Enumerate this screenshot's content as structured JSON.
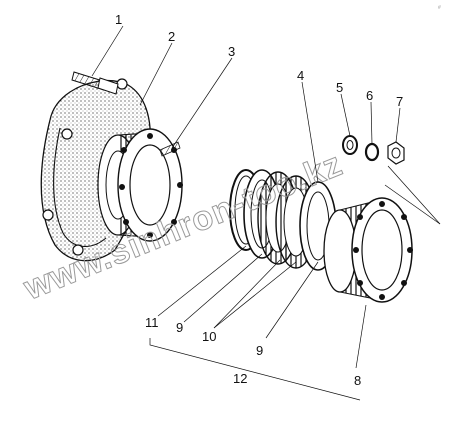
{
  "corner_mark": "#",
  "watermark": "www.sinhron-too.kz",
  "callouts": [
    {
      "id": "1",
      "text": "1"
    },
    {
      "id": "2",
      "text": "2"
    },
    {
      "id": "3",
      "text": "3"
    },
    {
      "id": "4",
      "text": "4"
    },
    {
      "id": "5",
      "text": "5"
    },
    {
      "id": "6",
      "text": "6"
    },
    {
      "id": "7",
      "text": "7"
    },
    {
      "id": "8",
      "text": "8"
    },
    {
      "id": "9a",
      "text": "9"
    },
    {
      "id": "9b",
      "text": "9"
    },
    {
      "id": "10",
      "text": "10"
    },
    {
      "id": "11",
      "text": "11"
    },
    {
      "id": "12",
      "text": "12"
    }
  ]
}
